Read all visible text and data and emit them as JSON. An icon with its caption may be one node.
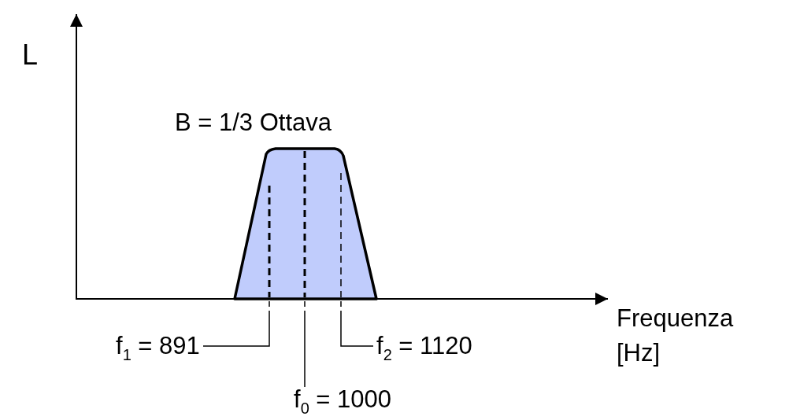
{
  "diagram": {
    "nodes": [
      {
        "text": [
          "f$_{1}$ = 891"
        ]
      },
      {
        "text": [
          "f$_{0}$ = 1000"
        ]
      },
      {
        "text": [
          "f$_{2}$ = 1120"
        ]
      }
    ],
    "edges": [
      {
        "from": 0,
        "to": null,
        "arrow": "none"
      },
      {
        "from": 1,
        "to": null,
        "arrow": "none"
      },
      {
        "from": 2,
        "to": null,
        "arrow": "none"
      }
    ],
    "labels": [
      "L",
      "B = 1/3 Ottava",
      "Frequenza [Hz]"
    ]
  }
}
